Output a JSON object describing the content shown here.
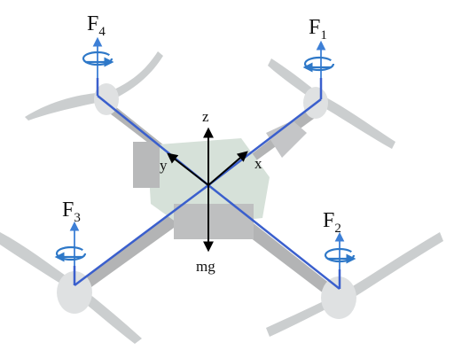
{
  "forces": [
    {
      "base": "F",
      "sub": "1"
    },
    {
      "base": "F",
      "sub": "2"
    },
    {
      "base": "F",
      "sub": "3"
    },
    {
      "base": "F",
      "sub": "4"
    }
  ],
  "axes": {
    "z": "z",
    "x": "x",
    "y": "y",
    "gravity": "mg"
  },
  "colors": {
    "frame": "#3a5fcd",
    "force_arrow": "#3d7fd6",
    "rotation": "#2e78c8",
    "body_axes": "#000000",
    "pcb": "#8fae96",
    "props": "#7d8588",
    "motors": "#a7aeb0"
  }
}
